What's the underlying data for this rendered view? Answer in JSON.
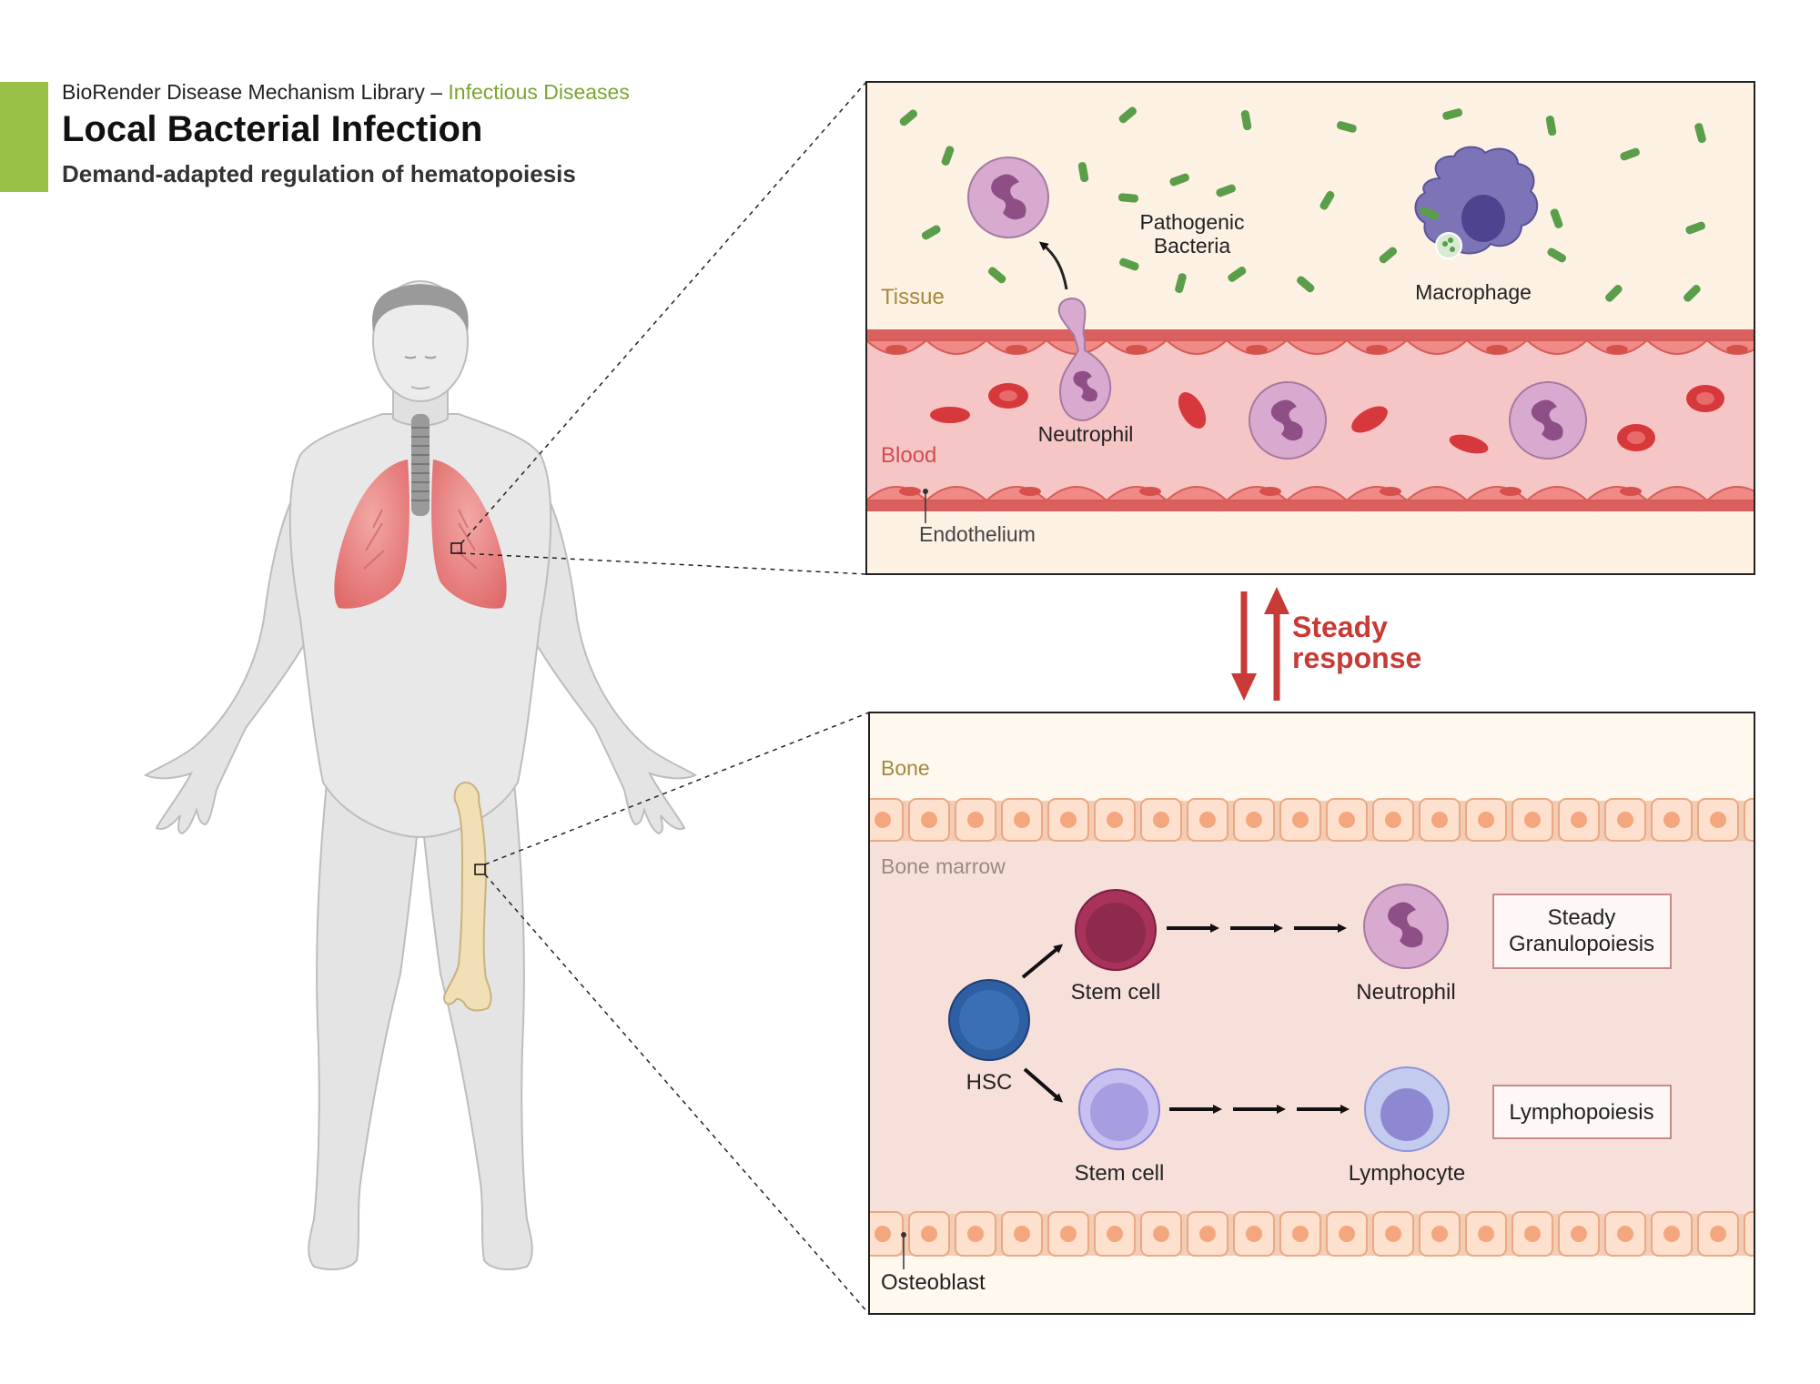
{
  "header": {
    "library": "BioRender Disease Mechanism Library",
    "separator": " – ",
    "category": "Infectious Diseases",
    "title": "Local Bacterial Infection",
    "subtitle": "Demand-adapted regulation of hematopoiesis"
  },
  "colors": {
    "accent_green": "#9bc04a",
    "category_text": "#7aa630",
    "response_red": "#c83a36",
    "bacteria": "#5a9e4a",
    "tissue_bg": "#fdf1e4",
    "blood_bg": "#f5c6c5",
    "marrow_bg": "#f7e0da",
    "hsc": "#2f5fa3",
    "myeloid_stem": "#a8325a",
    "lymphoid_stem": "#a69ee0"
  },
  "infection_panel": {
    "tissue_label": "Tissue",
    "blood_label": "Blood",
    "endothelium_label": "Endothelium",
    "bacteria_label_line1": "Pathogenic",
    "bacteria_label_line2": "Bacteria",
    "macrophage_label": "Macrophage",
    "neutrophil_label": "Neutrophil"
  },
  "response": {
    "line1": "Steady",
    "line2": "response"
  },
  "marrow_panel": {
    "bone_label": "Bone",
    "marrow_label": "Bone marrow",
    "osteoblast_label": "Osteoblast",
    "hsc_label": "HSC",
    "myeloid_stem_label": "Stem cell",
    "myeloid_product_label": "Neutrophil",
    "lymphoid_stem_label": "Stem cell",
    "lymphoid_product_label": "Lymphocyte",
    "myeloid_process_line1": "Steady",
    "myeloid_process_line2": "Granulopoiesis",
    "lymphoid_process": "Lymphopoiesis"
  }
}
